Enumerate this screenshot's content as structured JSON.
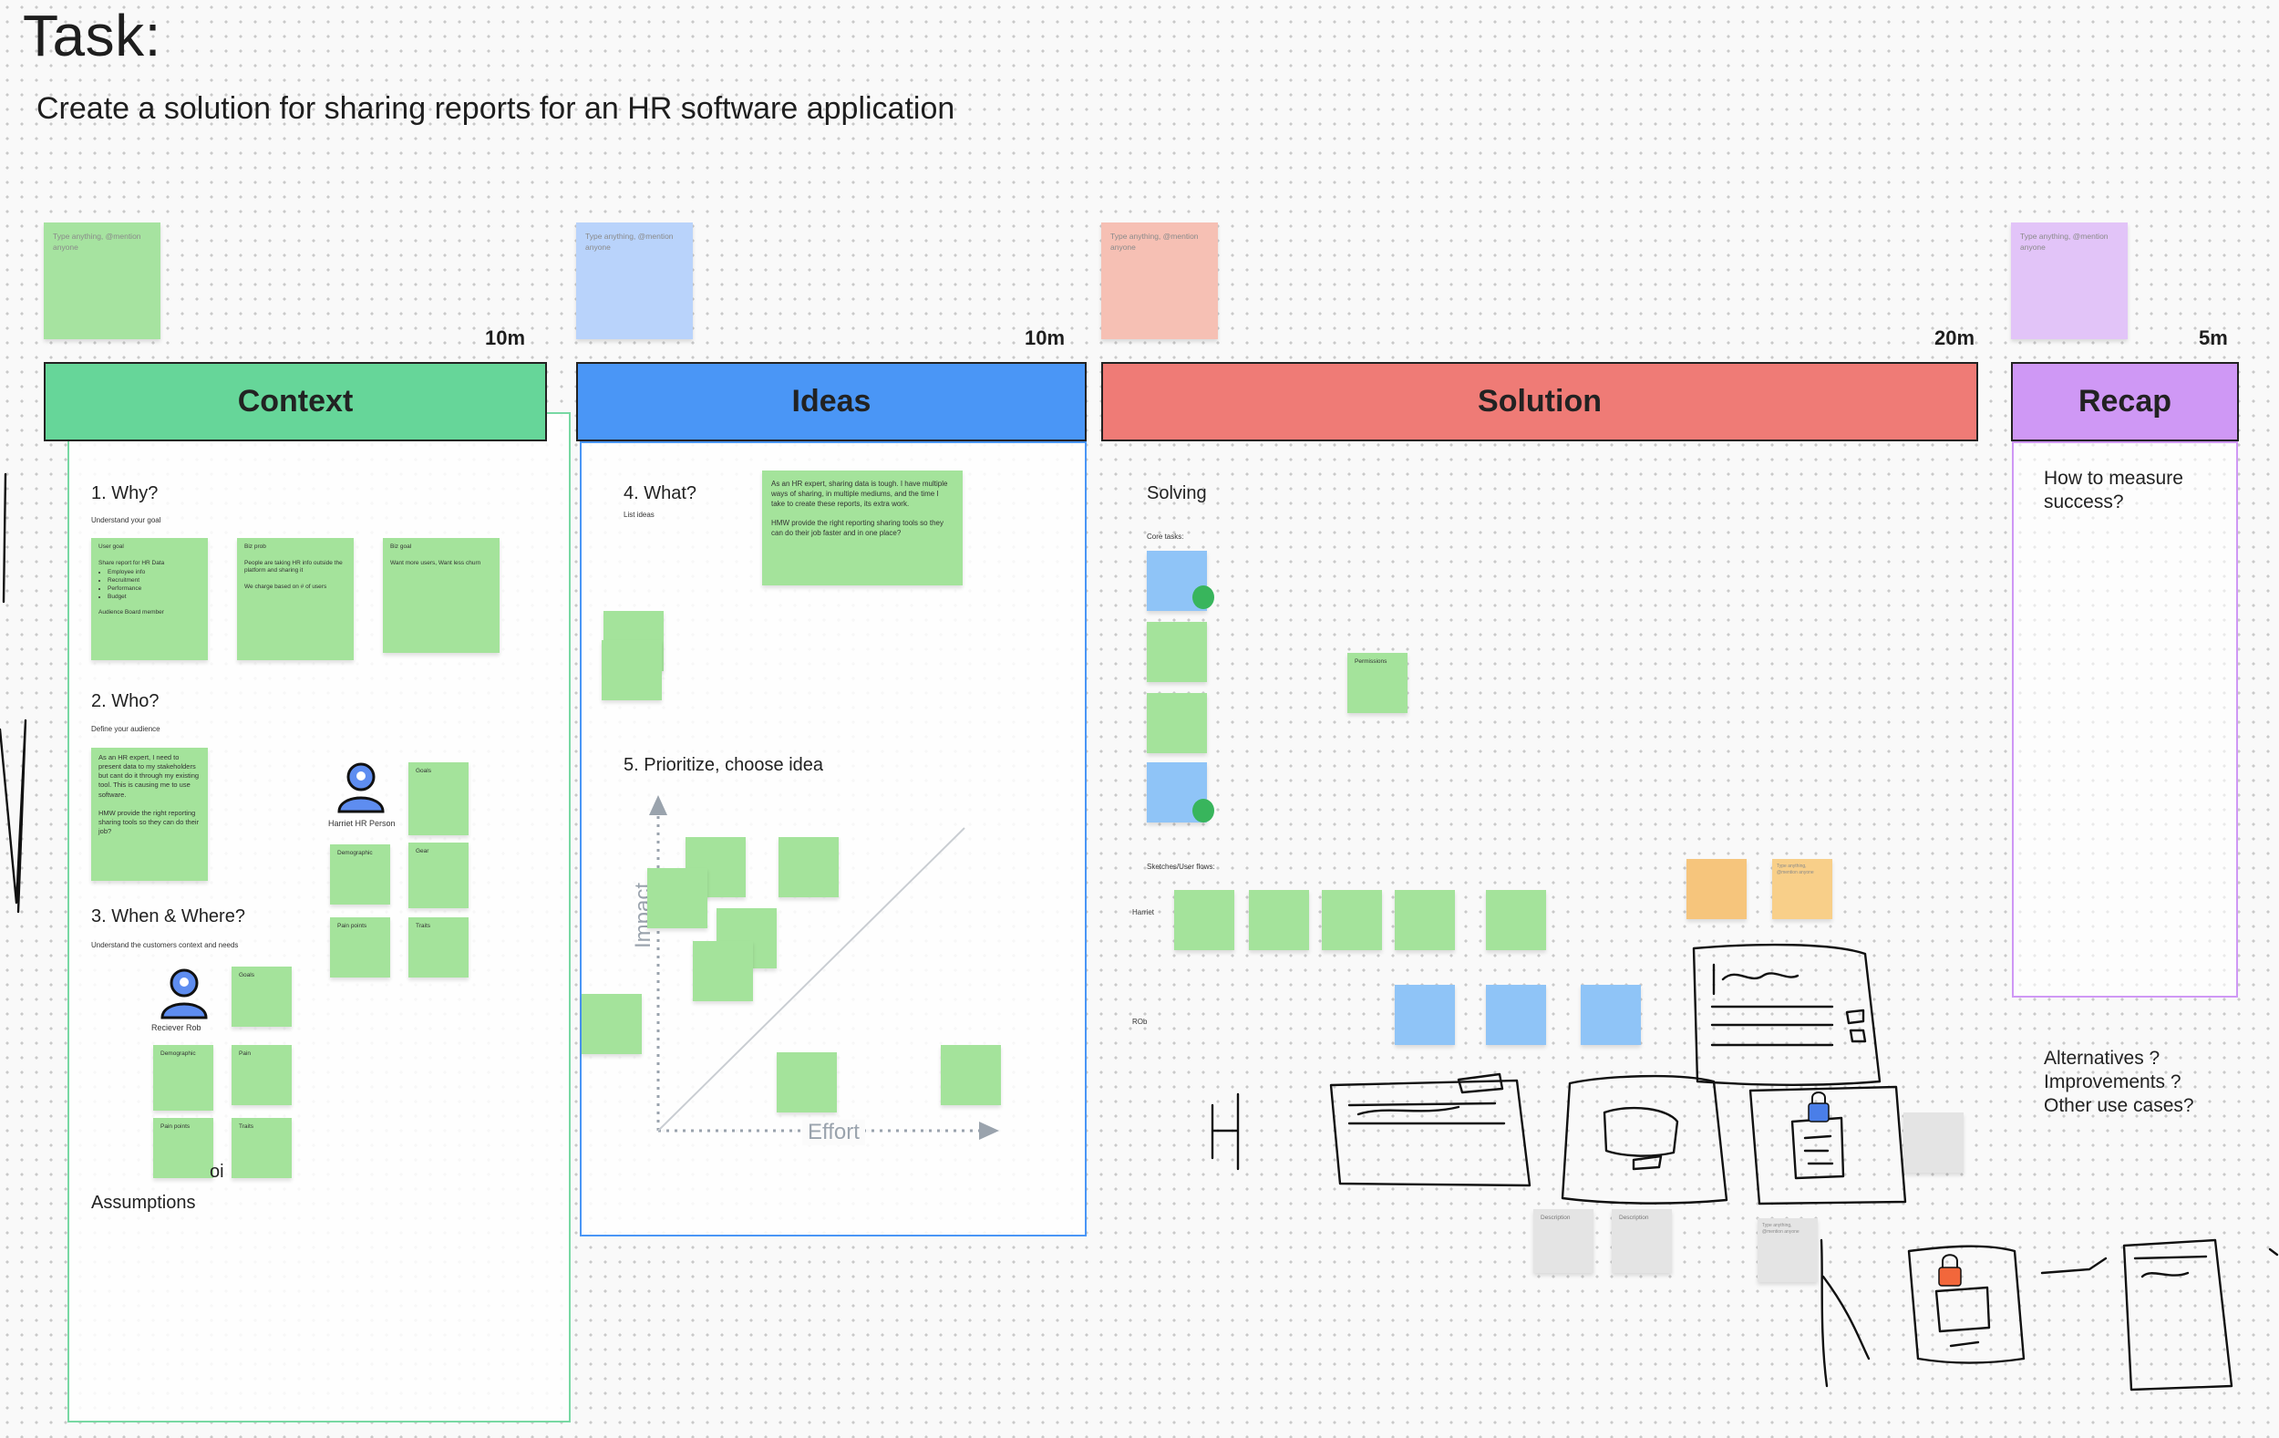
{
  "task": {
    "title": "Task:",
    "subtitle": "Create a solution for sharing reports for an HR software application"
  },
  "colors": {
    "context": "#66d699",
    "ideas": "#4a96f6",
    "solution": "#ef7b76",
    "recap": "#cf98f5",
    "sticky_green": "#a4e39b",
    "sticky_blue": "#8fc4f7",
    "sticky_orange": "#f6c57c"
  },
  "placeholder": "Type anything, @mention anyone",
  "columns": [
    {
      "name": "Context",
      "time": "10m"
    },
    {
      "name": "Ideas",
      "time": "10m"
    },
    {
      "name": "Solution",
      "time": "20m"
    },
    {
      "name": "Recap",
      "time": "5m"
    }
  ],
  "context": {
    "why": {
      "title": "1. Why?",
      "sub": "Understand your goal",
      "notes": [
        {
          "title": "User goal",
          "body": "Share report for HR Data",
          "items": [
            "Employee info",
            "Recruitment",
            "Performance",
            "Budget"
          ],
          "footer": "Audience Board member"
        },
        {
          "title": "Biz prob",
          "body": "People are taking HR info outside the platform and sharing it",
          "footer": "We charge based on # of users"
        },
        {
          "title": "Biz goal",
          "body": "Want more users, Want less churn"
        }
      ]
    },
    "who": {
      "title": "2. Who?",
      "sub": "Define your audience",
      "note": "As an HR expert, I need to present data to my stakeholders but cant do it through my existing tool. This is causing me to use software.",
      "note2": "HMW provide the right reporting sharing tools so they can do their job?",
      "persona": "Harriet HR Person",
      "persona_notes": [
        "Goals",
        "Pain points",
        "Demographic",
        "Gear",
        "Traits"
      ]
    },
    "when": {
      "title": "3. When & Where?",
      "sub": "Understand the customers context and needs",
      "persona": "Reciever Rob",
      "persona_notes": [
        "Goals",
        "Demographic",
        "Pain",
        "Pain points",
        "Traits"
      ]
    },
    "assumptions": "Assumptions",
    "assumptions_fragment": "oi"
  },
  "ideas": {
    "what": {
      "title": "4. What?",
      "sub": "List ideas"
    },
    "main_note": "As an HR expert, sharing data is tough. I have multiple ways of sharing, in multiple mediums, and the time I take to create these reports, its extra work.",
    "main_note2": "HMW provide the right reporting sharing tools so they can do their job faster and in one place?",
    "prioritize": "5. Prioritize, choose idea",
    "impact": "Impact",
    "effort": "Effort"
  },
  "solution": {
    "title": "Solving",
    "core_tasks": "Core tasks:",
    "sketches": "Sketches/User flows:",
    "row1": "Harriet",
    "row2": "ROb",
    "permissions": "Permissions",
    "desc1": "Description",
    "desc2": "Description"
  },
  "recap": {
    "q1": "How to measure success?",
    "q2": "Alternatives ?",
    "q3": "Improvements ?",
    "q4": "Other use cases?"
  }
}
